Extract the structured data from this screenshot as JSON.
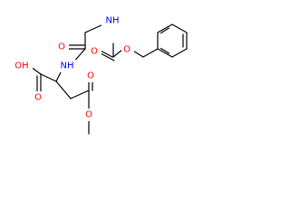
{
  "colors": {
    "bond": "#000000",
    "oxygen": "#ff0000",
    "nitrogen": "#0000ff",
    "background": "#ffffff"
  },
  "atoms": {
    "nh_upper": "NH",
    "nh_lower": "NH",
    "o_amide": "O",
    "o_carbamate_carbonyl": "O",
    "o_carbamate_ether": "O",
    "oh_acid": "OH",
    "o_acid_carbonyl": "O",
    "o_ester_carbonyl": "O",
    "o_ester_ether": "O"
  }
}
